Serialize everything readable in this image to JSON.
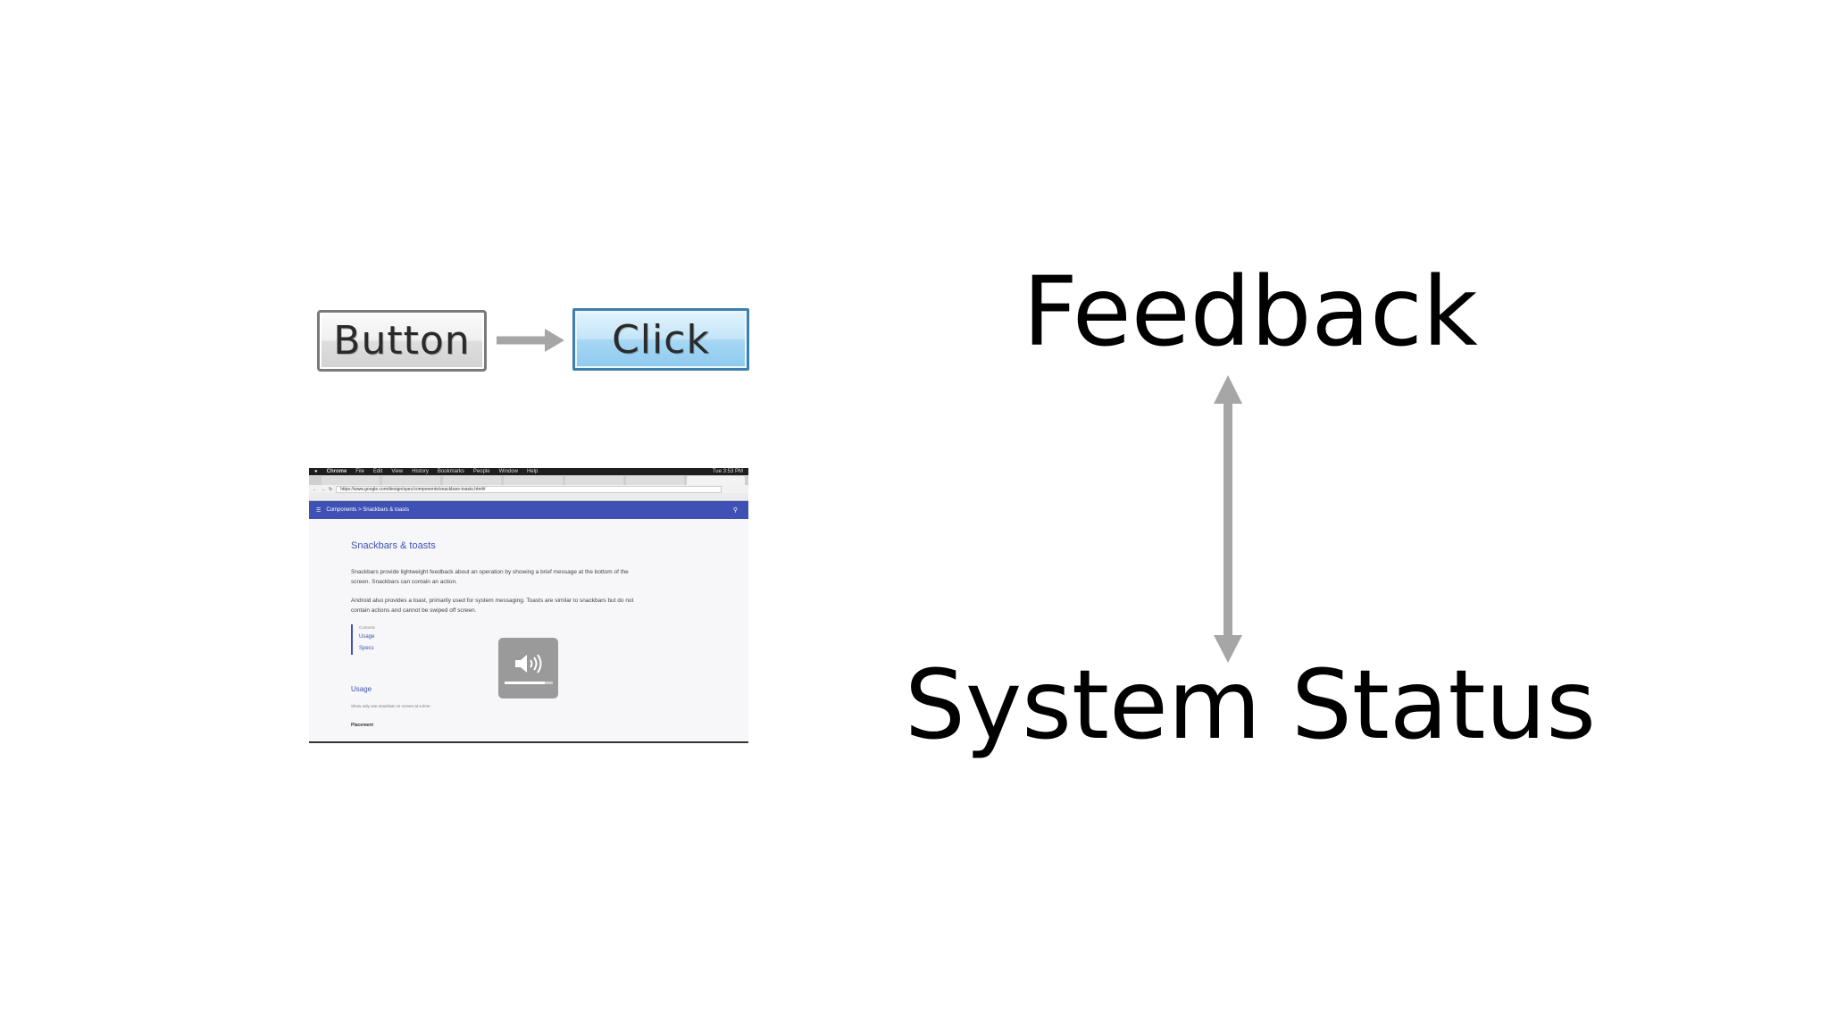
{
  "left": {
    "button_label": "Button",
    "click_label": "Click"
  },
  "screenshot": {
    "menubar": {
      "app": "Chrome",
      "items": [
        "File",
        "Edit",
        "View",
        "History",
        "Bookmarks",
        "People",
        "Window",
        "Help"
      ],
      "clock": "Tue 3:53 PM"
    },
    "url": "https://www.google.com/design/spec/components/snackbars-toasts.html#",
    "appbar": {
      "breadcrumb": "Components  >  Snackbars & toasts"
    },
    "page": {
      "title": "Snackbars & toasts",
      "para1": "Snackbars provide lightweight feedback about an operation by showing a brief message at the bottom of the screen. Snackbars can contain an action.",
      "para2": "Android also provides a toast, primarily used for system messaging. Toasts are similar to snackbars but do not contain actions and cannot be swiped off screen.",
      "toc_heading": "Contents",
      "toc_items": [
        "Usage",
        "Specs"
      ],
      "usage_heading": "Usage",
      "usage_text": "Show only one snackbar on screen at a time.",
      "placement": "Placement"
    },
    "volume_level": 0.85
  },
  "right": {
    "top_label": "Feedback",
    "bottom_label": "System Status"
  },
  "colors": {
    "arrow": "#a6a6a6",
    "appbar": "#3f51b5"
  }
}
